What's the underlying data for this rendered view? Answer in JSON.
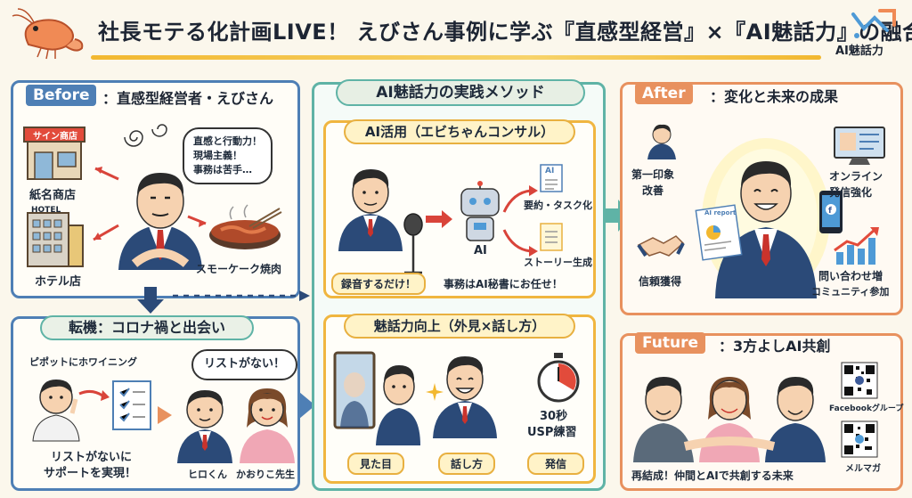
{
  "header": {
    "title": "社長モテる化計画LIVE！ えびさん事例に学ぶ『直感型経営』×『AI魅話力』の融合",
    "logo_text": "AI魅話力"
  },
  "before": {
    "tag": "Before",
    "subtitle": "：直感型経営者・えびさん",
    "shop_sign": "サイン商店",
    "hotel_sign": "HOTEL",
    "bubble": [
      "直感と行動力！",
      "現場主義！",
      "事務は苦手…"
    ],
    "labels": {
      "shop": "紙名商店",
      "hotel": "ホテル店",
      "yakiniku": "スモーケーク焼肉"
    }
  },
  "turning": {
    "title": "転機：コロナ禍と出会い",
    "whiteboard_caption": "ピポットにホワイニング",
    "bubble": "リストがない！",
    "bottom_text": [
      "リストがないに",
      "サポートを実現！"
    ],
    "name_hiro": "ヒロくん",
    "name_kaori": "かおりこ先生"
  },
  "method": {
    "title": "AI魅話力の実践メソッド",
    "ai_use": {
      "title": "AI活用（エビちゃんコンサル）",
      "doc_badge": "AI",
      "ai_label": "AI",
      "summary": "要約・タスク化",
      "story": "ストーリー生成",
      "record": "録音するだけ！",
      "office": "事務はAI秘書にお任せ！"
    },
    "charm": {
      "title": "魅話力向上（外見×話し方）",
      "timer_text": [
        "30秒",
        "USP練習"
      ],
      "pills": [
        "見た目",
        "話し方",
        "発信"
      ]
    }
  },
  "after": {
    "tag": "After",
    "subtitle": "：変化と未来の成果",
    "first_impression": [
      "第一印象",
      "改善"
    ],
    "online": [
      "オンライン",
      "発信強化"
    ],
    "trust": "信頼獲得",
    "inquiry": [
      "問い合わせ増",
      "コミュニティ参加"
    ],
    "report_text": "AI report"
  },
  "future": {
    "tag": "Future",
    "subtitle": "：3方よしAI共創",
    "caption": "再結成！仲間とAIで共創する未来",
    "qr1_label": "Facebookグループ",
    "qr2_label": "メルマガ"
  },
  "colors": {
    "blue": "#4e7fb5",
    "teal": "#5fb3a6",
    "orange": "#e8915e",
    "gold": "#f0b640",
    "navy": "#1d2533"
  }
}
